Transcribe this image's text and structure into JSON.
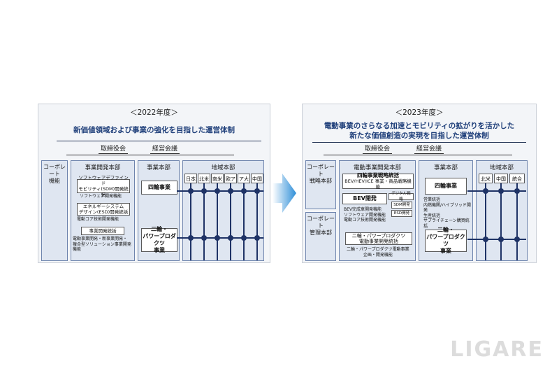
{
  "left": {
    "year": "＜2022年度＞",
    "subtitle": "新価値領域および事業の強化を目指した運営体制",
    "board": "取締役会",
    "exec": "経営会議",
    "corporate": "コーポレート\n機能",
    "dev_head": "事業開発本部",
    "biz_head": "事業本部",
    "region_head": "地域本部",
    "sdm": "ソフトウェアデファインド\nモビリティ(SDM)開発統括",
    "sdm_note": "ソフトウェア開発機能",
    "esd": "エネルギーシステム\nデザイン(ESD)開発統括",
    "esd_note": "電動コア技術開発機能",
    "bizdev": "事業開発統括",
    "bizdev_note": "電動事業開発・新事業開発・\n複合型ソリューション事業開発機能",
    "two_wheel": "四輪事業",
    "moto": "二輪・\nパワープロダクツ\n事業",
    "regions": [
      "日本",
      "北米",
      "南米",
      "欧ア",
      "ア大",
      "中国"
    ]
  },
  "right": {
    "year": "＜2023年度＞",
    "subtitle1": "電動事業のさらなる加速とモビリティの拡がりを活かした",
    "subtitle2": "新たな価値創造の実現を目指した運営体制",
    "board": "取締役会",
    "exec": "経営会議",
    "corp_strategy": "コーポレート\n戦略本部",
    "corp_mgmt": "コーポレート\n管理本部",
    "ev_head": "電動事業開発本部",
    "biz_head": "事業本部",
    "region_head": "地域本部",
    "four_strategy": "四輪事業戦略統括",
    "four_strategy_sub": "BEV/HEV/ICE 事業・商品戦略機能",
    "bev": "BEV開発",
    "digital": "デジタル戦略",
    "sdm": "SDM開発",
    "esd": "ESD開発",
    "bev_note": "BEV完成車開発機能\nソフトウェア開発機能\n電動コア技術開発機能",
    "moto_ev": "二輪・パワープロダクツ\n電動事業開発統括",
    "moto_ev_note": "二輪・パワープロダクツ電動事業\n企画・開発機能",
    "four_biz": "四輪事業",
    "four_biz_note": "営業統括\n内燃機関/ハイブリッド開発\n生産統括\nサプライチェーン購買統括",
    "moto_biz": "二輪・\nパワープロダクツ\n事業",
    "regions": [
      "北米",
      "中国",
      "統合"
    ]
  },
  "logo": "LIGARE"
}
